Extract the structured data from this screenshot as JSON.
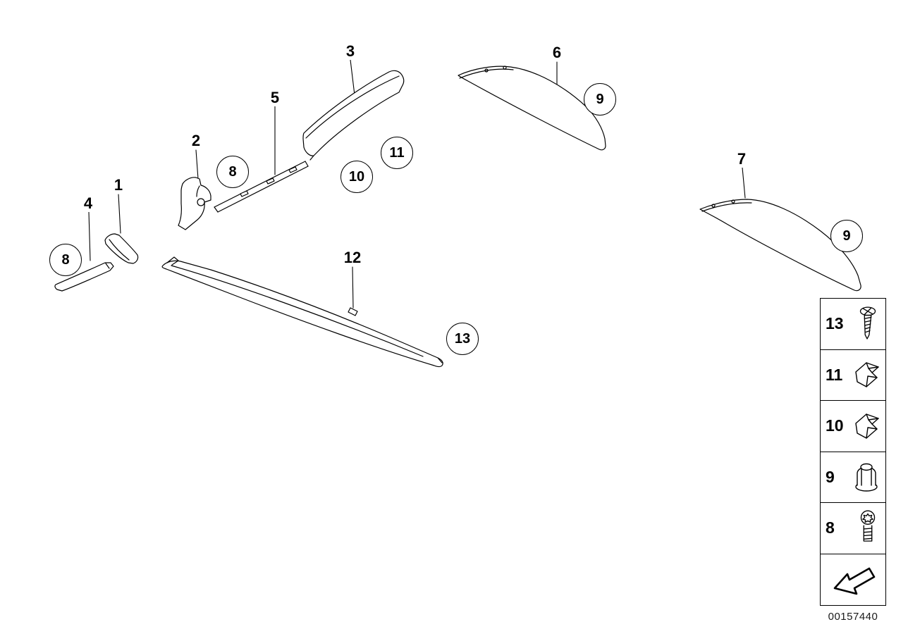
{
  "page": {
    "background": "#ffffff",
    "line_color": "#000000"
  },
  "diagram": {
    "doc_number": "00157440",
    "plain_callouts": [
      {
        "id": "1",
        "label": "1"
      },
      {
        "id": "2",
        "label": "2"
      },
      {
        "id": "3",
        "label": "3"
      },
      {
        "id": "4",
        "label": "4"
      },
      {
        "id": "5",
        "label": "5"
      },
      {
        "id": "6",
        "label": "6"
      },
      {
        "id": "7",
        "label": "7"
      },
      {
        "id": "12",
        "label": "12"
      }
    ],
    "circled_callouts": [
      {
        "id": "8-left",
        "label": "8"
      },
      {
        "id": "8-mid",
        "label": "8"
      },
      {
        "id": "10",
        "label": "10"
      },
      {
        "id": "11",
        "label": "11"
      },
      {
        "id": "9-top",
        "label": "9"
      },
      {
        "id": "9-right",
        "label": "9"
      },
      {
        "id": "13",
        "label": "13"
      }
    ],
    "legend": {
      "rows": [
        {
          "number": "13",
          "icon": "screw-icon"
        },
        {
          "number": "11",
          "icon": "clip-icon"
        },
        {
          "number": "10",
          "icon": "clip-icon"
        },
        {
          "number": "9",
          "icon": "lock-nut-icon"
        },
        {
          "number": "8",
          "icon": "torx-screw-icon"
        },
        {
          "number": "",
          "icon": "continuation-arrow-icon"
        }
      ]
    }
  }
}
